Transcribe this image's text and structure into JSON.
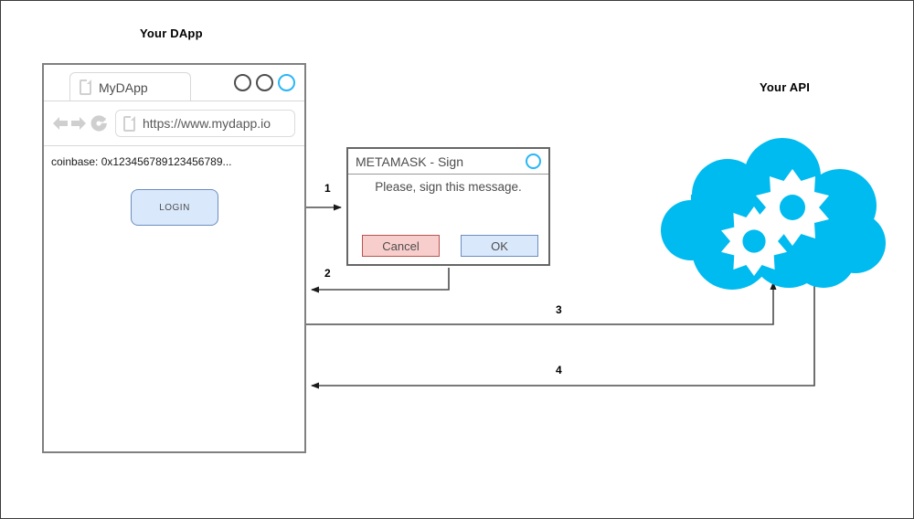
{
  "diagram": {
    "title_dapp": "Your DApp",
    "title_api": "Your API"
  },
  "browser": {
    "tab": {
      "label": "MyDApp",
      "icon": "page-icon"
    },
    "window_controls": [
      {
        "name": "minimize-dot",
        "color": "#4d4d4d"
      },
      {
        "name": "maximize-dot",
        "color": "#4d4d4d"
      },
      {
        "name": "close-dot",
        "color": "#29b6f6"
      }
    ],
    "toolbar": {
      "back_icon": "arrow-left-icon",
      "forward_icon": "arrow-right-icon",
      "reload_icon": "reload-icon",
      "url_icon": "page-icon",
      "url": "https://www.mydapp.io"
    },
    "page": {
      "coinbase_label": "coinbase: 0x123456789123456789...",
      "login_button": "LOGIN"
    }
  },
  "metamask": {
    "title": "METAMASK - Sign",
    "titlebar_icon": "circle-icon",
    "message": "Please, sign this message.",
    "cancel_label": "Cancel",
    "ok_label": "OK",
    "colors": {
      "cancel_fill": "#f8cecc",
      "cancel_stroke": "#b85450",
      "ok_fill": "#dae8fc",
      "ok_stroke": "#6c8ebf",
      "accent": "#29b6f6"
    }
  },
  "api": {
    "cloud_icon": "cloud-gears-icon",
    "cloud_color": "#00bbf0",
    "gear_color": "#ffffff"
  },
  "steps": [
    {
      "id": "1",
      "label": "1",
      "direction": "dapp-to-metamask"
    },
    {
      "id": "2",
      "label": "2",
      "direction": "metamask-to-dapp"
    },
    {
      "id": "3",
      "label": "3",
      "direction": "dapp-to-api"
    },
    {
      "id": "4",
      "label": "4",
      "direction": "api-to-dapp"
    }
  ]
}
